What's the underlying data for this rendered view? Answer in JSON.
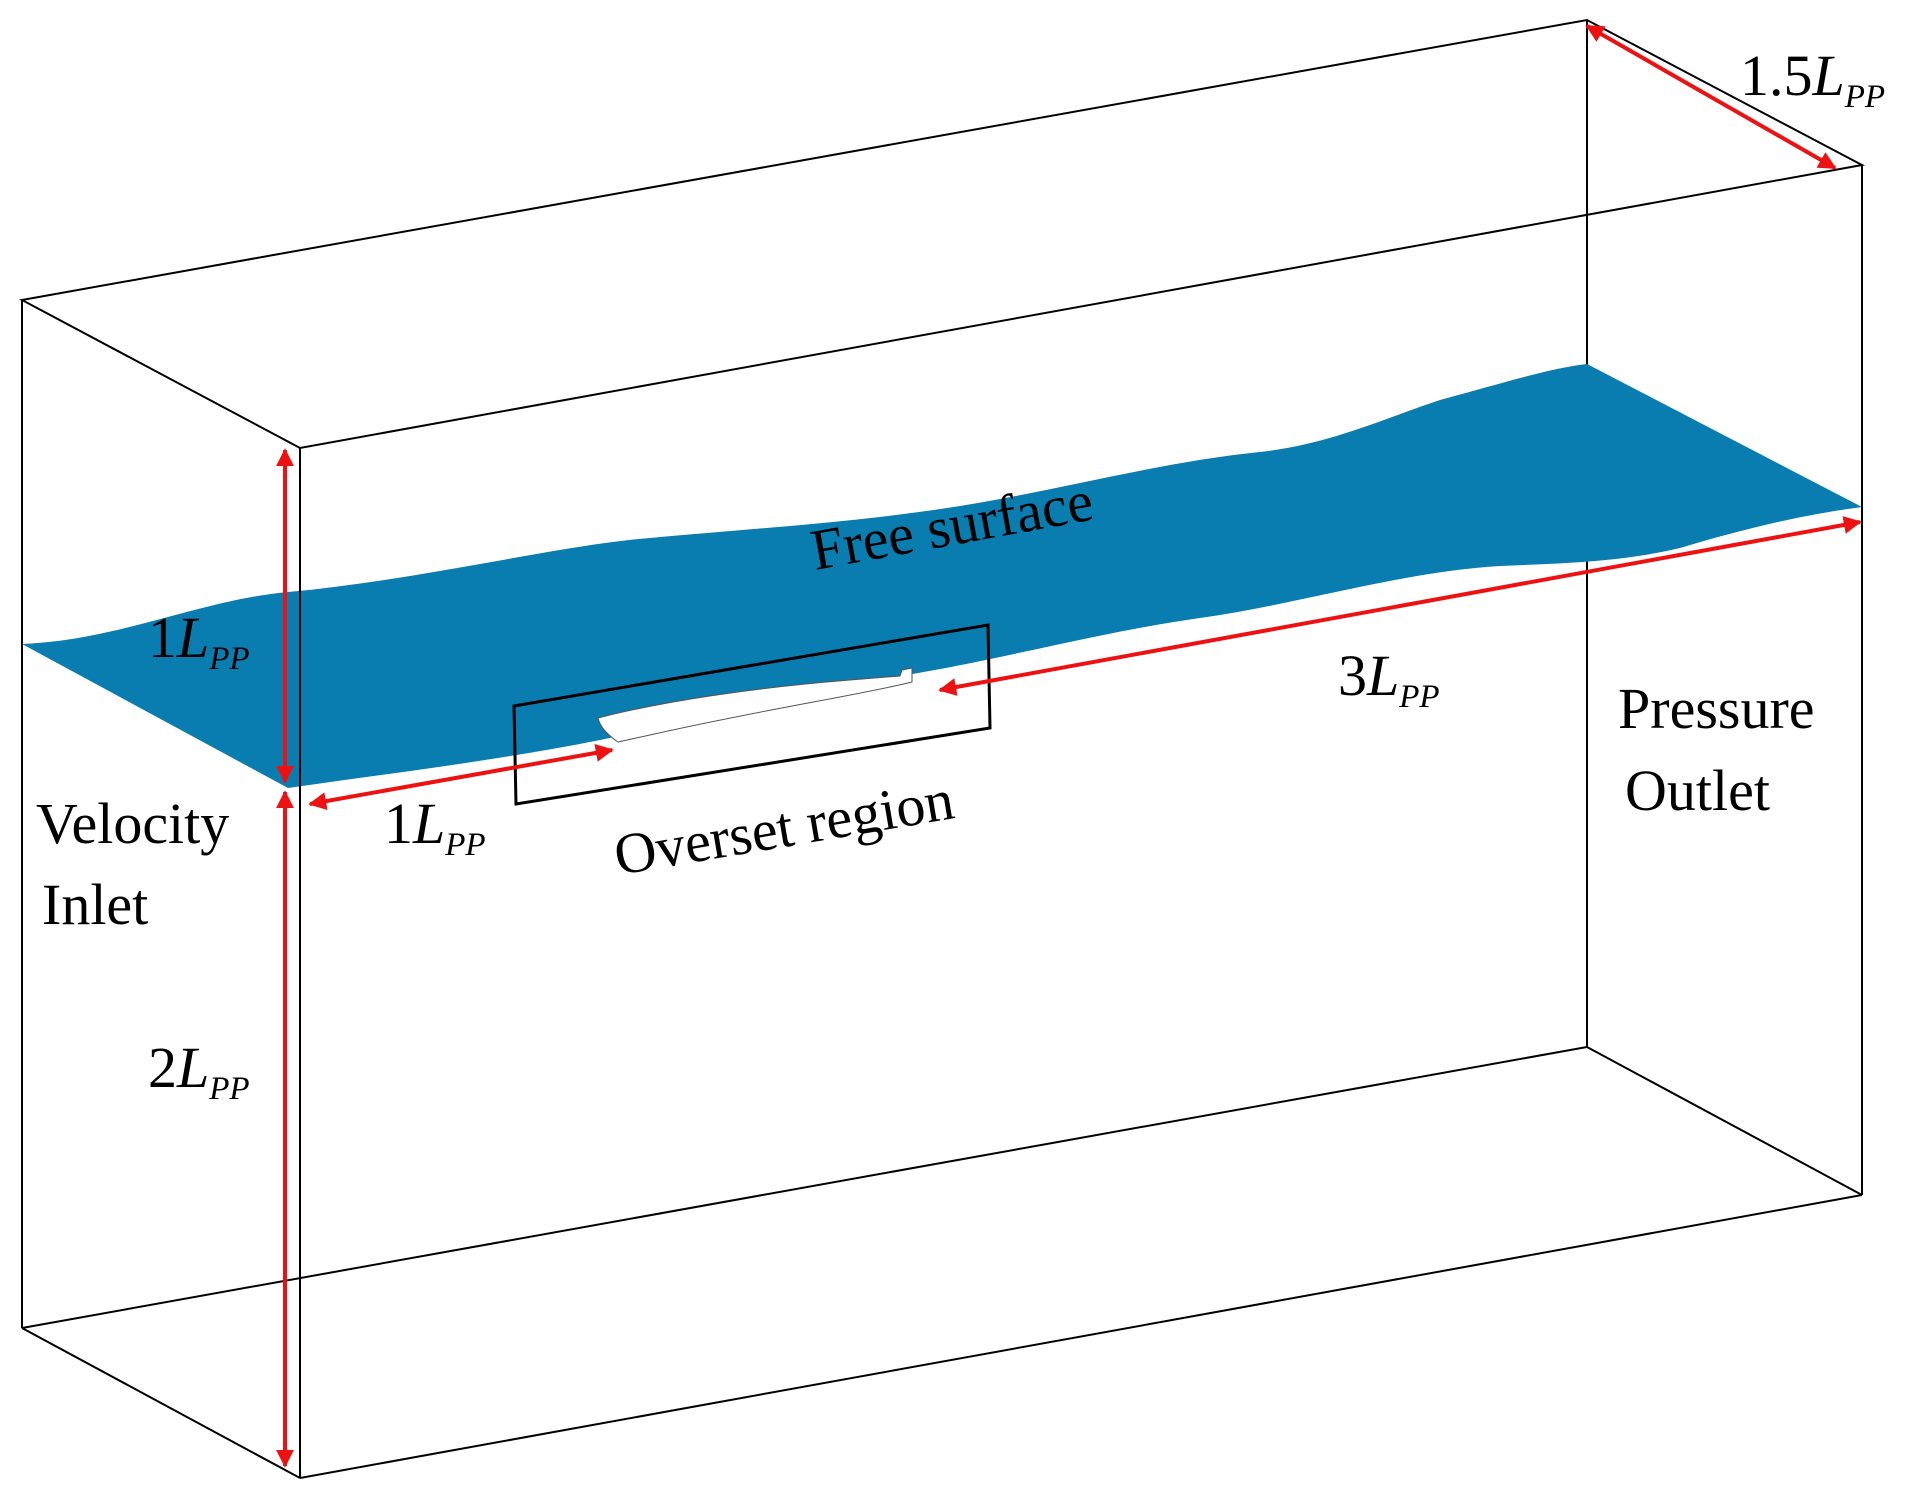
{
  "colors": {
    "free_surface": "#0a7db0",
    "dimension_arrow": "#ee1111",
    "domain_edges": "#000000",
    "hull_fill": "#ffffff"
  },
  "labels": {
    "free_surface": "Free surface",
    "overset_region": "Overset region",
    "velocity_inlet_line1": "Velocity",
    "velocity_inlet_line2": "Inlet",
    "pressure_outlet_line1": "Pressure",
    "pressure_outlet_line2": "Outlet"
  },
  "dimensions": {
    "symbol": "L",
    "subscript": "PP",
    "width": "1.5",
    "height_above_surface": "1",
    "depth_below_surface": "2",
    "downstream_length": "3",
    "upstream_length": "1"
  }
}
